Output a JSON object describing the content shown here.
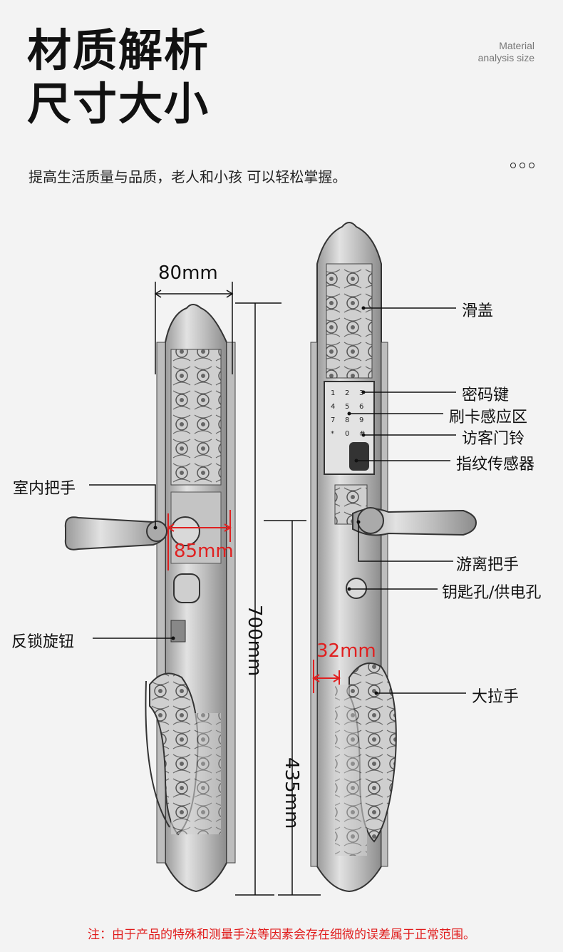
{
  "header": {
    "title_line1": "材质解析",
    "title_line2": "尺寸大小",
    "english_line1": "Material",
    "english_line2": "analysis size",
    "subtitle": "提高生活质量与品质，老人和小孩 可以轻松掌握。"
  },
  "dimensions": {
    "width": "80mm",
    "inner_handle_offset": "85mm",
    "total_height": "700mm",
    "lower_height": "435mm",
    "thickness": "32mm"
  },
  "callouts": {
    "slide_cover": "滑盖",
    "password_keys": "密码键",
    "card_area": "刷卡感应区",
    "doorbell": "访客门铃",
    "fingerprint": "指纹传感器",
    "inner_handle": "室内把手",
    "free_handle": "游离把手",
    "key_hole": "钥匙孔/供电孔",
    "lock_knob": "反锁旋钮",
    "big_handle": "大拉手"
  },
  "keypad": [
    "1",
    "2",
    "3",
    "4",
    "5",
    "6",
    "7",
    "8",
    "9",
    "*",
    "0",
    "#"
  ],
  "footer_note": "注：由于产品的特殊和测量手法等因素会存在细微的误差属于正常范围。",
  "colors": {
    "accent": "#e02020",
    "line": "#111111",
    "metal": "#b9b9b9"
  }
}
